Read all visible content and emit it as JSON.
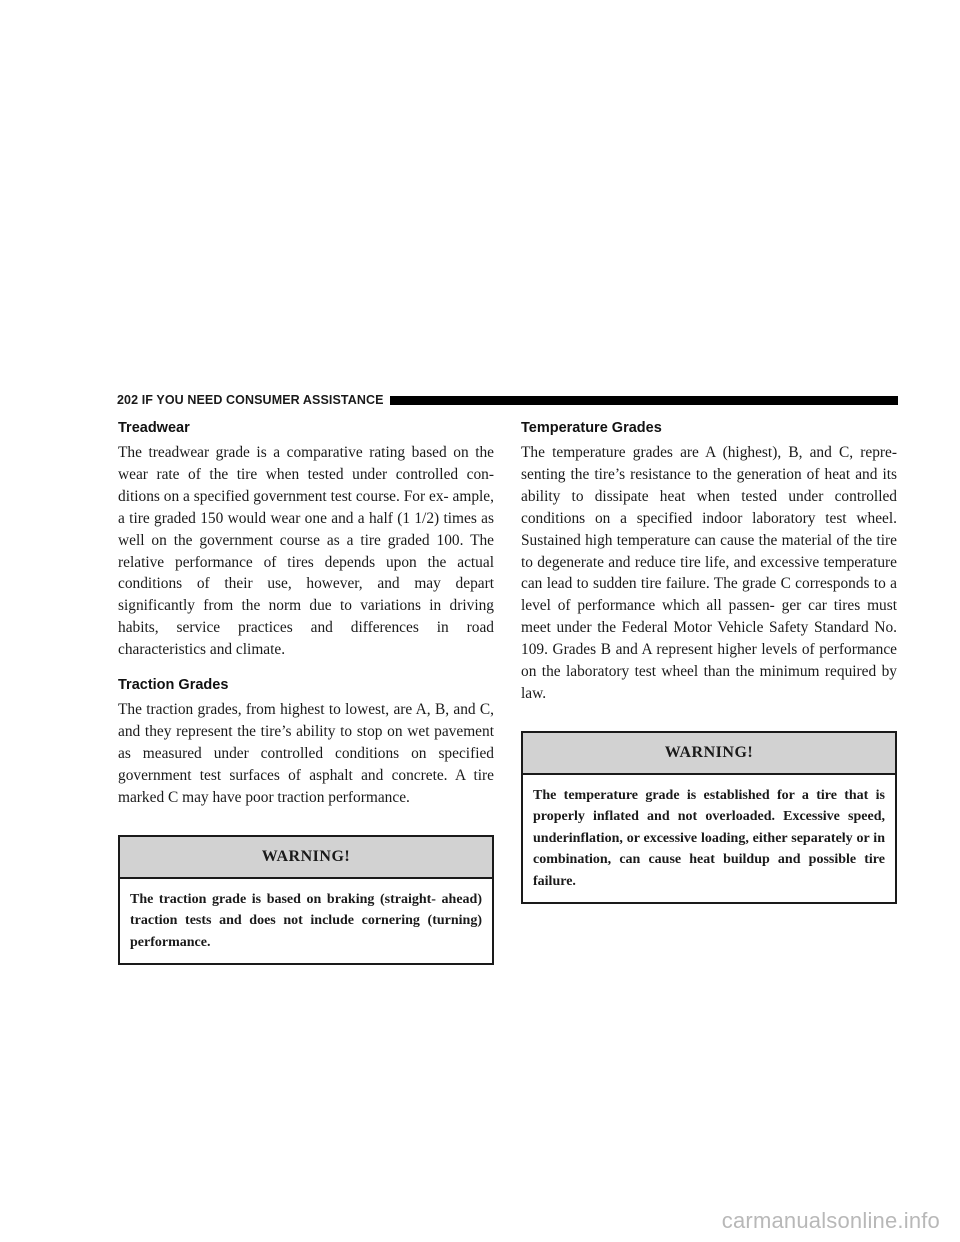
{
  "header": {
    "page_number_title": "202 IF YOU NEED CONSUMER ASSISTANCE"
  },
  "left": {
    "treadwear": {
      "heading": "Treadwear",
      "text": "The treadwear grade is a comparative rating based on the wear rate of the tire when tested under controlled con- ditions on a specified government test course. For ex- ample, a tire graded 150 would wear one and a half (1 1/2) times as well on the government course as a tire graded 100. The relative performance of tires depends upon the actual conditions of their use, however, and may depart significantly from the norm due to variations in driving habits, service practices and differences in road characteristics and climate."
    },
    "traction": {
      "heading": "Traction Grades",
      "text": "The traction grades, from highest to lowest, are A, B, and C, and they represent the tire’s ability to stop on wet pavement as measured under controlled conditions on specified government test surfaces of asphalt and concrete. A tire marked C may have poor traction performance."
    },
    "warning": {
      "title": "WARNING!",
      "text": "The traction grade is based on braking (straight- ahead) traction tests and does not include cornering (turning) performance."
    }
  },
  "right": {
    "temperature": {
      "heading": "Temperature Grades",
      "text": "The temperature grades are A (highest), B, and C, repre- senting the tire’s resistance to the generation of heat and its ability to dissipate heat when tested under controlled conditions on a specified indoor laboratory test wheel. Sustained high temperature can cause the material of the tire to degenerate and reduce tire life, and excessive temperature can lead to sudden tire failure. The grade C corresponds to a level of performance which all passen- ger car tires must meet under the Federal Motor Vehicle Safety Standard No. 109. Grades B and A represent higher levels of performance on the laboratory test wheel than the minimum required by law."
    },
    "warning": {
      "title": "WARNING!",
      "text": "The temperature grade is established for a tire that is properly inflated and not overloaded. Excessive speed, underinflation, or excessive loading, either separately or in combination, can cause heat buildup and possible tire failure."
    }
  },
  "watermark": "carmanualsonline.info"
}
